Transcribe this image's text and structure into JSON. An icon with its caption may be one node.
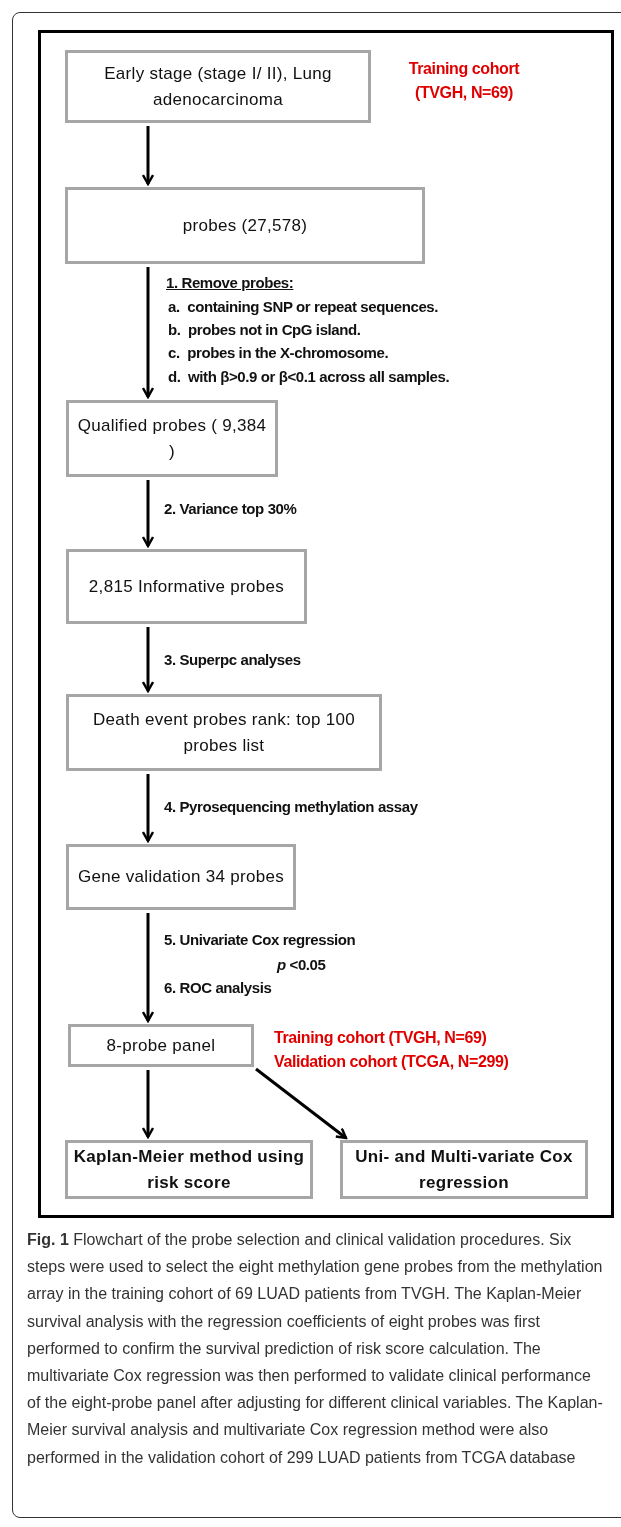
{
  "diagram": {
    "nodes": [
      {
        "text": [
          "Early stage (stage I/ II), Lung adenocarcinoma"
        ],
        "beside": [
          "Training cohort (TVGH, N=69)"
        ]
      },
      {
        "text": [
          "probes (27,578)"
        ]
      },
      {
        "text": [
          "Qualified probes ( 9,384 )"
        ]
      },
      {
        "text": [
          "2,815 Informative probes"
        ]
      },
      {
        "text": [
          "Death event probes rank: top 100 probes list"
        ]
      },
      {
        "text": [
          "Gene validation 34 probes"
        ]
      },
      {
        "text": [
          "8-probe panel"
        ]
      },
      {
        "text": [
          "Kaplan-Meier method using risk score"
        ]
      },
      {
        "text": [
          "Uni- and Multi-variate Cox regression"
        ]
      }
    ],
    "edges": [
      {
        "from": 0,
        "to": 1,
        "arrow": "to"
      },
      {
        "from": 1,
        "to": 2,
        "arrow": "to",
        "label": "1. Remove probes:"
      },
      {
        "from": 2,
        "to": 3,
        "arrow": "to",
        "label": "2. Variance top 30%"
      },
      {
        "from": 3,
        "to": 4,
        "arrow": "to",
        "label": "3. Superpc analyses"
      },
      {
        "from": 4,
        "to": 5,
        "arrow": "to",
        "label": "4. Pyrosequencing methylation assay"
      },
      {
        "from": 5,
        "to": 6,
        "arrow": "to",
        "label": "5. Univariate Cox regression"
      },
      {
        "from": 6,
        "to": 7,
        "arrow": "to"
      },
      {
        "from": 6,
        "to": 8,
        "arrow": "to"
      }
    ],
    "labels": [
      "a.  containing SNP or repeat sequences.",
      "b.  probes not in CpG island.",
      "c.  probes in the X-chromosome.",
      "d.  with β>0.9 or β<0.1 across all samples.",
      "*p* <0.05",
      "6. ROC analysis",
      "Training cohort (TVGH, N=69)",
      "Validation cohort (TCGA, N=299)"
    ],
    "caption": "**Fig. 1** Flowchart of the probe selection and clinical validation procedures. Six steps were used to select the eight methylation gene probes from the methylation array in the training cohort of 69 LUAD patients from TVGH. The Kaplan-Meier survival analysis with the regression coefficients of eight probes was first performed to confirm the survival prediction of risk score calculation. The multivariate Cox regression was then performed to validate clinical performance of the eight-probe panel after adjusting for different clinical variables. The Kaplan-Meier survival analysis and multivariate Cox regression method were also performed in the validation cohort of 299 LUAD patients from TCGA database"
  }
}
